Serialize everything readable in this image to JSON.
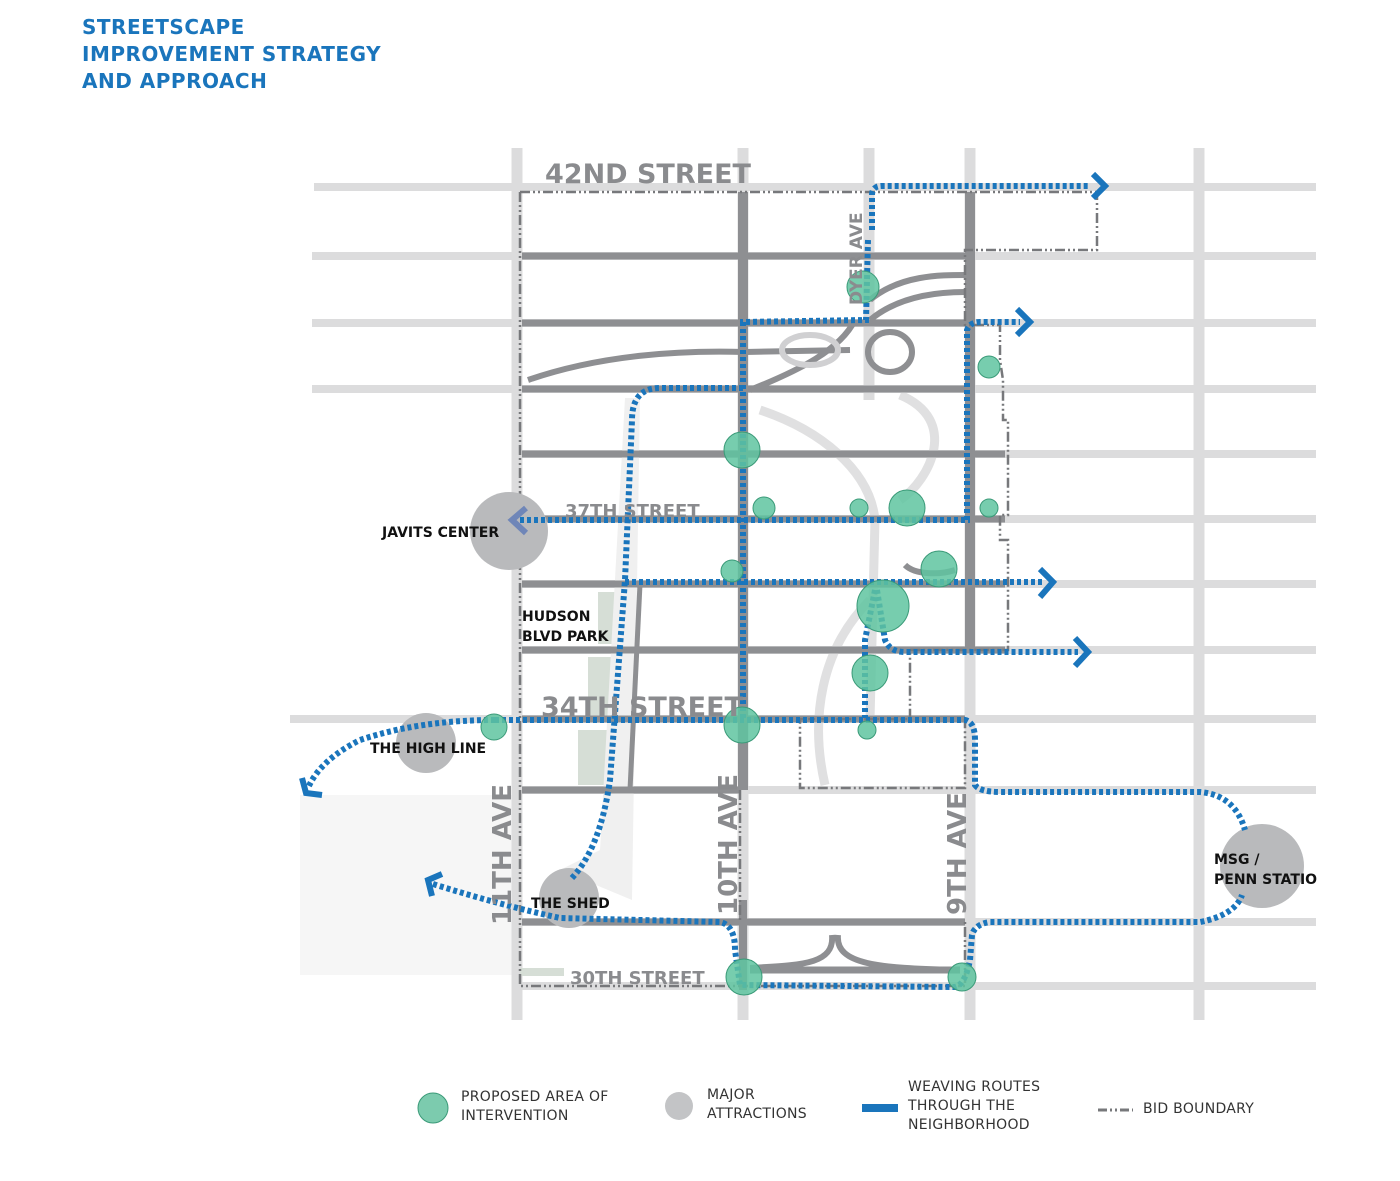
{
  "title": {
    "lines": [
      "STREETSCAPE",
      "IMPROVEMENT STRATEGY",
      "AND APPROACH"
    ]
  },
  "streets": {
    "st42": "42ND STREET",
    "st37": "37TH STREET",
    "st34": "34TH STREET",
    "st30": "30TH STREET",
    "ave11": "11TH AVE",
    "ave10": "10TH AVE",
    "ave9": "9TH AVE",
    "dyer": "DYER AVE"
  },
  "attractions": {
    "javits": "JAVITS CENTER",
    "hudson_line1": "HUDSON",
    "hudson_line2": "BLVD PARK",
    "highline": "THE HIGH LINE",
    "shed": "THE SHED",
    "msg_line1": "MSG /",
    "msg_line2": "PENN STATIO"
  },
  "legend": {
    "intervention": [
      "PROPOSED AREA OF",
      "INTERVENTION"
    ],
    "attractions": [
      "MAJOR",
      "ATTRACTIONS"
    ],
    "routes": [
      "WEAVING ROUTES",
      "THROUGH THE",
      "NEIGHBORHOOD"
    ],
    "bid": "BID BOUNDARY"
  },
  "colors": {
    "route": "#1a75bc",
    "intervention": "#5fc4a0",
    "attraction": "#b9babc",
    "title": "#1a75bc"
  }
}
